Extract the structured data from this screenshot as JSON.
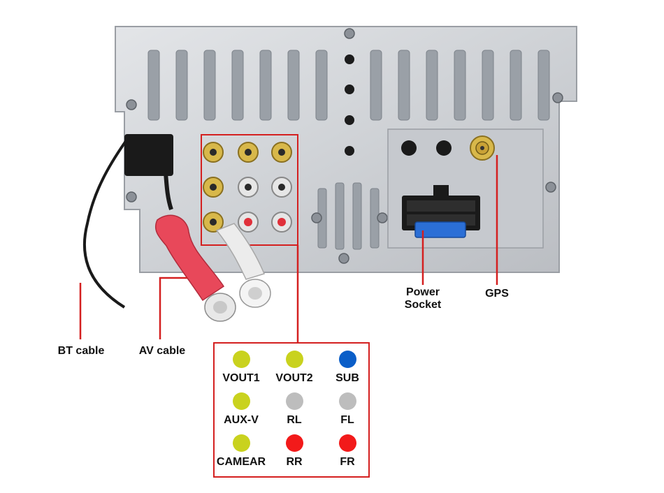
{
  "callouts": {
    "bt_cable": "BT cable",
    "av_cable": "AV cable",
    "power_socket_line1": "Power",
    "power_socket_line2": "Socket",
    "gps": "GPS"
  },
  "legend": [
    {
      "label": "VOUT1",
      "color": "#c9d21e"
    },
    {
      "label": "VOUT2",
      "color": "#c9d21e"
    },
    {
      "label": "SUB",
      "color": "#0a5ec8"
    },
    {
      "label": "AUX-V",
      "color": "#c9d21e"
    },
    {
      "label": "RL",
      "color": "#bdbdbd"
    },
    {
      "label": "FL",
      "color": "#bdbdbd"
    },
    {
      "label": "CAMEAR",
      "color": "#c9d21e"
    },
    {
      "label": "RR",
      "color": "#f21a1a"
    },
    {
      "label": "FR",
      "color": "#f21a1a"
    }
  ],
  "colors": {
    "callout_line": "#d42020",
    "chassis": "#cfd2d6",
    "rca_gold": "#d8b84a",
    "rca_white": "#e6e6e6",
    "rca_red": "#e0303a",
    "plug_red": "#e8485a",
    "power_connector": "#1a1a1a",
    "fuse_blue": "#2b6fd6"
  }
}
